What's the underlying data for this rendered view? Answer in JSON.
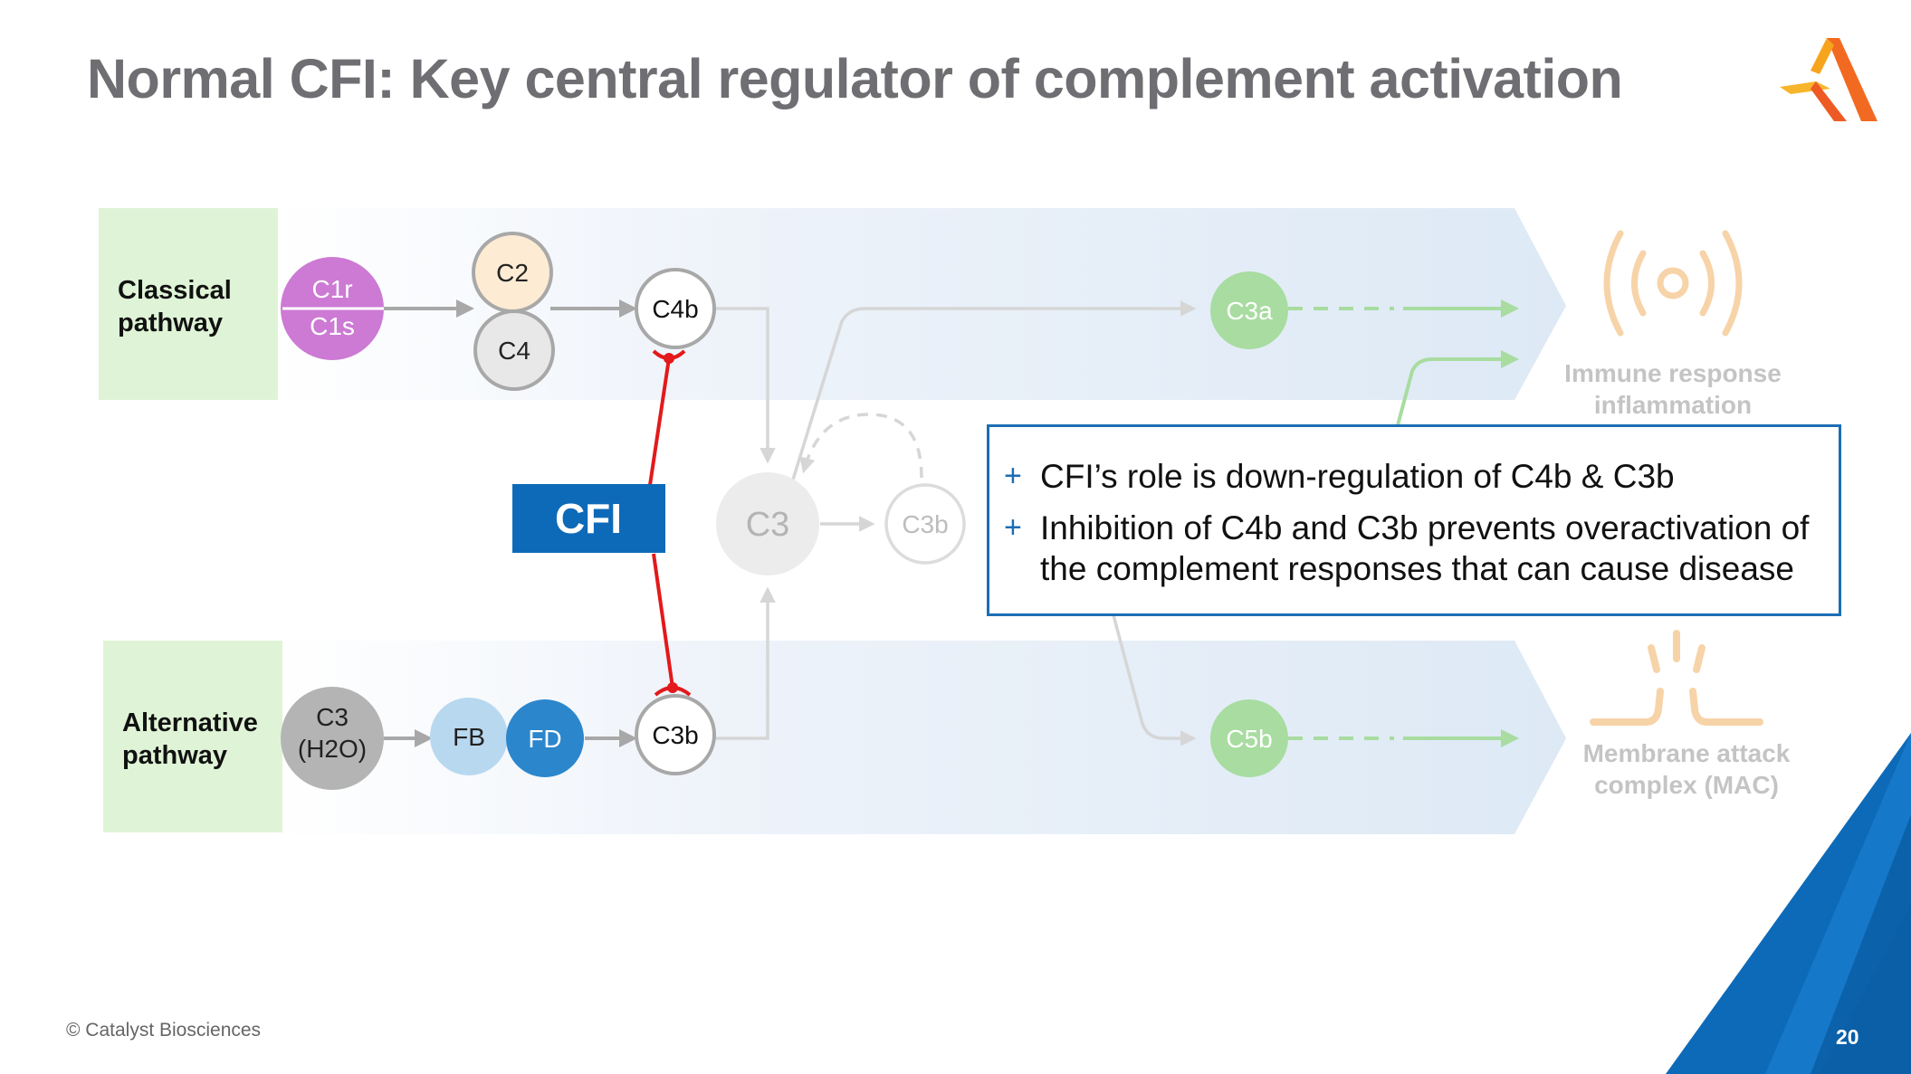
{
  "slide": {
    "title": "Normal CFI: Key central regulator of complement activation",
    "copyright": "© Catalyst Biosciences",
    "page_number": "20"
  },
  "diagram": {
    "classical": {
      "label_line1": "Classical",
      "label_line2": "pathway",
      "c1r": "C1r",
      "c1s": "C1s",
      "c2": "C2",
      "c4": "C4",
      "c4b": "C4b"
    },
    "alternative": {
      "label_line1": "Alternative",
      "label_line2": "pathway",
      "c3_line1": "C3",
      "c3_line2": "(H2O)",
      "fb": "FB",
      "fd": "FD",
      "c3b": "C3b"
    },
    "cfi": "CFI",
    "center": {
      "c3": "C3",
      "c3b": "C3b"
    },
    "outputs": {
      "c3a": "C3a",
      "c5b": "C5b",
      "immune_line1": "Immune response",
      "immune_line2": "inflammation",
      "mac_line1": "Membrane attack",
      "mac_line2": "complex (MAC)"
    },
    "icons": [
      "radio-signal-icon",
      "membrane-pore-icon",
      "catalyst-logo-icon"
    ],
    "colors": {
      "cfi_blue": "#0d6ab8",
      "inhibition_red": "#e3191b",
      "pathway_green": "#dff4d6",
      "c1_purple": "#cc7ad4",
      "fd_blue": "#2c86cc",
      "fb_lightblue": "#b8d8f0",
      "output_orange": "#f7d3a8"
    }
  },
  "callout": {
    "bullets": [
      "CFI’s role is down-regulation of C4b & C3b",
      "Inhibition of C4b and C3b prevents overactivation of the complement responses that can cause disease"
    ]
  }
}
